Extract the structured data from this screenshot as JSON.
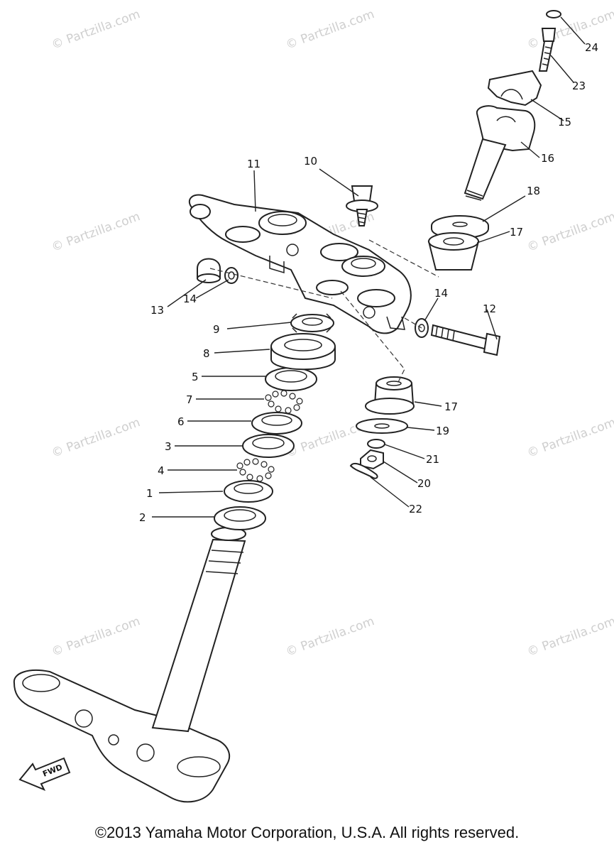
{
  "watermark": "© Partzilla.com",
  "footer": "©2013 Yamaha Motor Corporation, U.S.A. All rights reserved.",
  "fwd_label": "FWD",
  "callouts": [
    "1",
    "2",
    "3",
    "4",
    "5",
    "6",
    "7",
    "8",
    "9",
    "10",
    "11",
    "12",
    "13",
    "14",
    "14",
    "15",
    "16",
    "17",
    "17",
    "18",
    "19",
    "20",
    "21",
    "22",
    "23",
    "24"
  ]
}
